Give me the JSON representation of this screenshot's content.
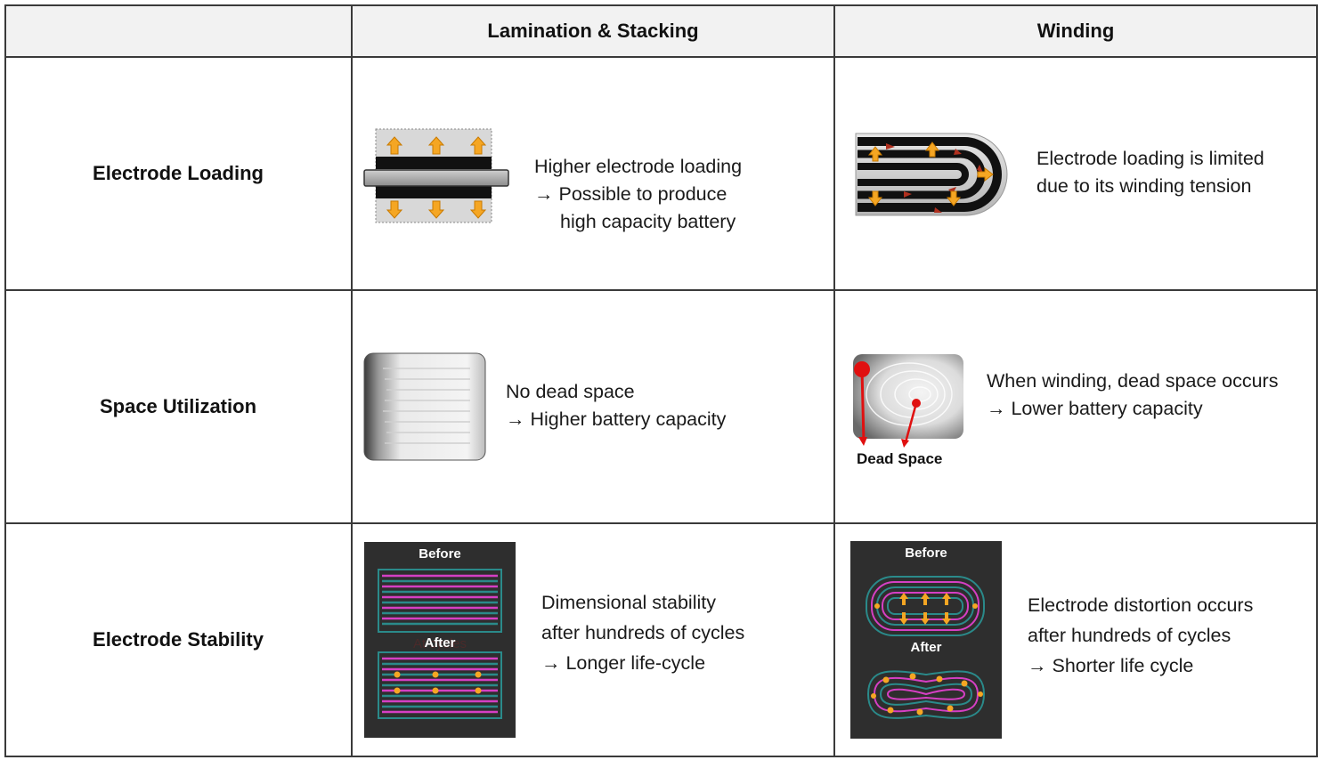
{
  "header": {
    "col1": "Lamination & Stacking",
    "col2": "Winding"
  },
  "rows": [
    {
      "label": "Electrode Loading",
      "lamination_text": [
        "Higher electrode loading",
        "→ Possible to produce",
        "high capacity battery"
      ],
      "winding_text": [
        "Electrode loading is limited",
        "due to its winding tension"
      ]
    },
    {
      "label": "Space Utilization",
      "lamination_text": [
        "No dead space",
        "→ Higher battery capacity"
      ],
      "winding_text": [
        "When winding, dead space occurs",
        "→ Lower battery capacity"
      ],
      "winding_callout": "Dead Space"
    },
    {
      "label": "Electrode Stability",
      "lamination_text": [
        "Dimensional stability",
        "after hundreds of cycles",
        "→ Longer life-cycle"
      ],
      "winding_text": [
        "Electrode distortion occurs",
        "after hundreds of cycles",
        "→ Shorter life cycle"
      ],
      "before_label": "Before",
      "after_label": "After",
      "hidden_overlap_text": "At cycles"
    }
  ],
  "colors": {
    "border": "#3a3a3a",
    "header_bg": "#f2f2f2",
    "arrow_orange": "#f5a623",
    "electrode_magenta": "#d63fc4",
    "electrode_teal": "#2a8a8a",
    "dead_space_red": "#e01010",
    "panel_dark": "#2e2e2e"
  }
}
